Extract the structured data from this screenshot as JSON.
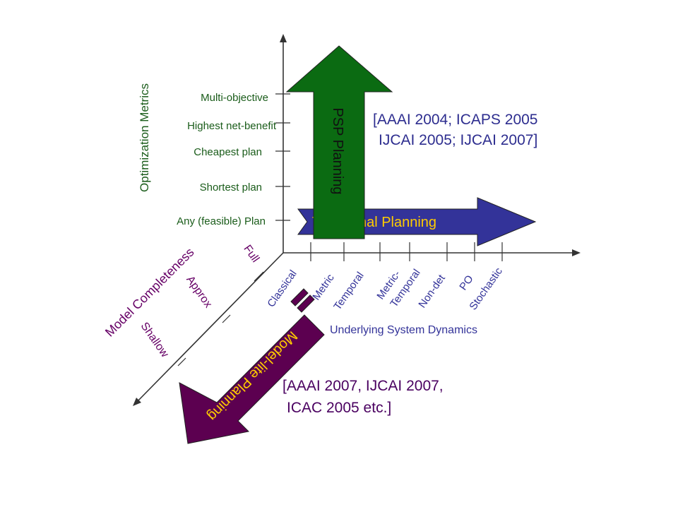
{
  "colors": {
    "axis": "#333333",
    "optimization": "#1a5c1a",
    "dynamics": "#333399",
    "model": "#660066",
    "psp_arrow": "#0b6b12",
    "traditional_arrow": "#333399",
    "modellite_arrow": "#5c0050",
    "citation_top": "#2d2d8f",
    "citation_bottom": "#4a0060",
    "label_yellow": "#ffcc00"
  },
  "y_axis": {
    "title": "Optimization Metrics",
    "ticks": [
      "Multi-objective",
      "Highest net-benefit",
      "Cheapest plan",
      "Shortest plan",
      "Any (feasible) Plan"
    ]
  },
  "x_axis": {
    "title": "Underlying System Dynamics",
    "ticks": [
      {
        "lines": [
          "Classical"
        ]
      },
      {
        "lines": [
          "Metric"
        ]
      },
      {
        "lines": [
          "Temporal"
        ]
      },
      {
        "lines": [
          "Metric-",
          "Temporal"
        ]
      },
      {
        "lines": [
          "Non-det"
        ]
      },
      {
        "lines": [
          "PO"
        ]
      },
      {
        "lines": [
          "Stochastic"
        ]
      }
    ]
  },
  "z_axis": {
    "title": "Model Completeness",
    "ticks": [
      "Full",
      "Approx",
      "Shallow"
    ]
  },
  "arrows": {
    "traditional": "Traditional Planning",
    "psp": "PSP Planning",
    "modellite": "Model-lite Planning"
  },
  "citations": {
    "top": [
      "[AAAI 2004; ICAPS 2005",
      "IJCAI 2005; IJCAI 2007]"
    ],
    "bottom": [
      "[AAAI 2007, IJCAI 2007,",
      "ICAC 2005 etc.]"
    ]
  }
}
